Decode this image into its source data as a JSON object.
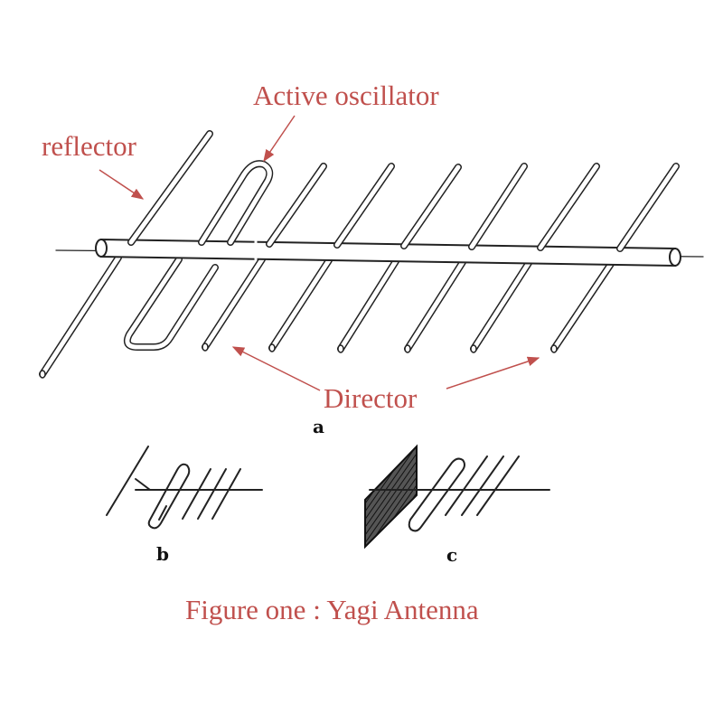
{
  "annotations": {
    "active_oscillator": "Active oscillator",
    "reflector": "reflector",
    "director": "Director"
  },
  "figure_labels": {
    "a": "a",
    "b": "b",
    "c": "c"
  },
  "caption": "Figure one  : Yagi Antenna",
  "colors": {
    "annotation": "#c0504d",
    "drawing": "#222222",
    "background": "#ffffff"
  }
}
